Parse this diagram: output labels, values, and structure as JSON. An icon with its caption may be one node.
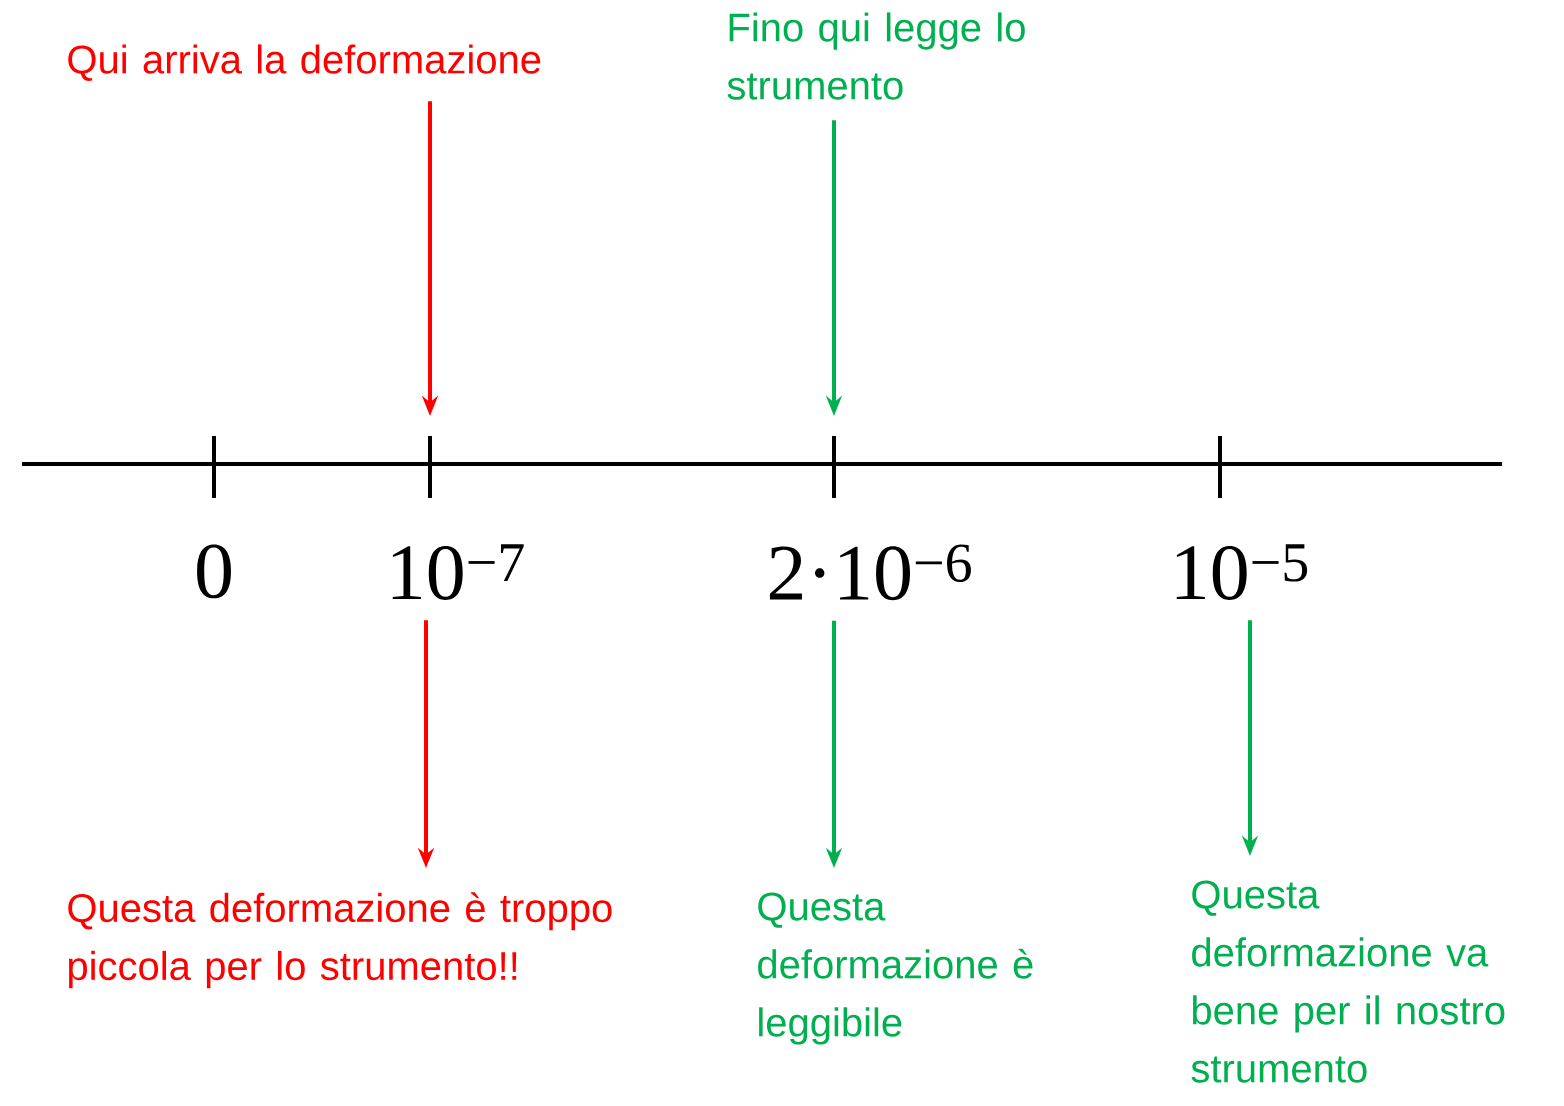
{
  "diagram": {
    "nodes": [
      {
        "text": [
          "Qui arriva la deformazione"
        ]
      },
      {
        "text": [
          "Fino qui legge lo strumento"
        ]
      },
      {
        "text": [
          "10$^{−7}$"
        ]
      },
      {
        "text": [
          "2·10$^{−6}$"
        ]
      },
      {
        "text": [
          "10$^{−5}$"
        ]
      },
      {
        "text": [
          "Questa deformazione è troppo piccola per lo strumento!!"
        ]
      },
      {
        "text": [
          "Questa deformazione è leggibile"
        ]
      },
      {
        "text": [
          "Questa deformazione va bene per il nostro strumento"
        ]
      }
    ],
    "edges": [
      {
        "from": 0,
        "to": null,
        "arrow": "to",
        "color": "#ff0000"
      },
      {
        "from": 1,
        "to": null,
        "arrow": "to"
      },
      {
        "from": 2,
        "to": 5,
        "arrow": "to",
        "color": "#ff0000"
      },
      {
        "from": 3,
        "to": 6,
        "arrow": "to"
      },
      {
        "from": 4,
        "to": 7,
        "arrow": "to"
      }
    ],
    "labels": [
      "0"
    ]
  }
}
